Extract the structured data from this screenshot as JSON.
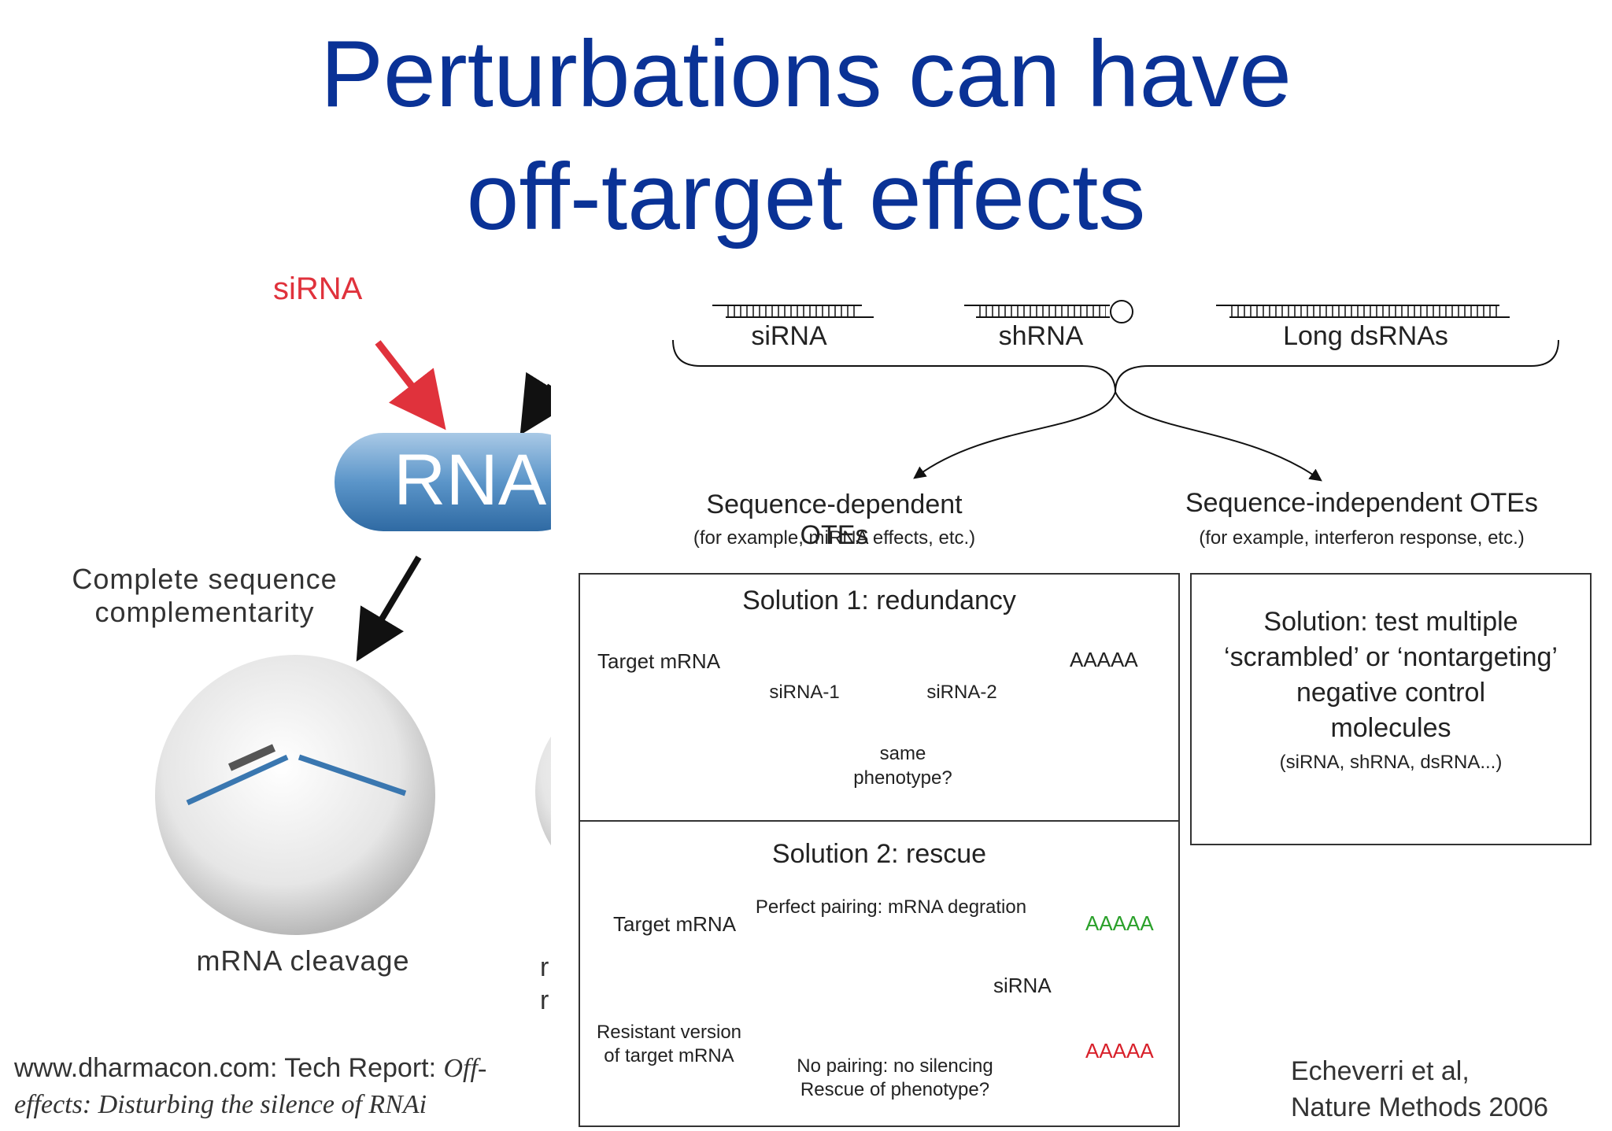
{
  "title": {
    "line1": "Perturbations can have",
    "line2": "off-target effects"
  },
  "left_figure": {
    "sirna_label": "siRNA",
    "rna_label": "RNA",
    "complementarity_line1": "Complete sequence",
    "complementarity_line2": "complementarity",
    "cleavage_label": "mRNA cleavage",
    "cut_line1": "r",
    "cut_line2": "r"
  },
  "citation_left": {
    "prefix": "www.dharmacon.com: Tech Report: ",
    "italic1": "Off-",
    "italic2": "effects: Disturbing the silence of RNAi"
  },
  "right_figure": {
    "molecules": [
      "siRNA",
      "shRNA",
      "Long dsRNAs"
    ],
    "seq_dependent": {
      "title": "Sequence-dependent OTEs",
      "example": "(for example, miRNA effects, etc.)"
    },
    "seq_independent": {
      "title": "Sequence-independent OTEs",
      "example": "(for example, interferon response, etc.)"
    },
    "solution1": {
      "title": "Solution 1: redundancy",
      "target": "Target mRNA",
      "polya": "AAAAA",
      "sirna1": "siRNA-1",
      "sirna2": "siRNA-2",
      "q1": "same",
      "q2": "phenotype?"
    },
    "solution_indep": {
      "l1": "Solution: test multiple",
      "l2": "‘scrambled’ or ‘nontargeting’",
      "l3": "negative control",
      "l4": "molecules",
      "l5": "(siRNA, shRNA, dsRNA...)"
    },
    "solution2": {
      "title": "Solution 2: rescue",
      "perfect": "Perfect pairing: mRNA degration",
      "target": "Target mRNA",
      "polya": "AAAAA",
      "sirna": "siRNA",
      "resistant1": "Resistant version",
      "resistant2": "of target mRNA",
      "polya2": "AAAAA",
      "nopair1": "No pairing: no silencing",
      "nopair2": "Rescue of phenotype?"
    }
  },
  "citation_right": {
    "line1": "Echeverri et al,",
    "line2": "Nature Methods 2006"
  },
  "colors": {
    "title": "#0a3296",
    "sirna_red": "#e0323c",
    "rna_blue": "#3a77b0",
    "green": "#2aa02a",
    "red": "#d8202a"
  }
}
